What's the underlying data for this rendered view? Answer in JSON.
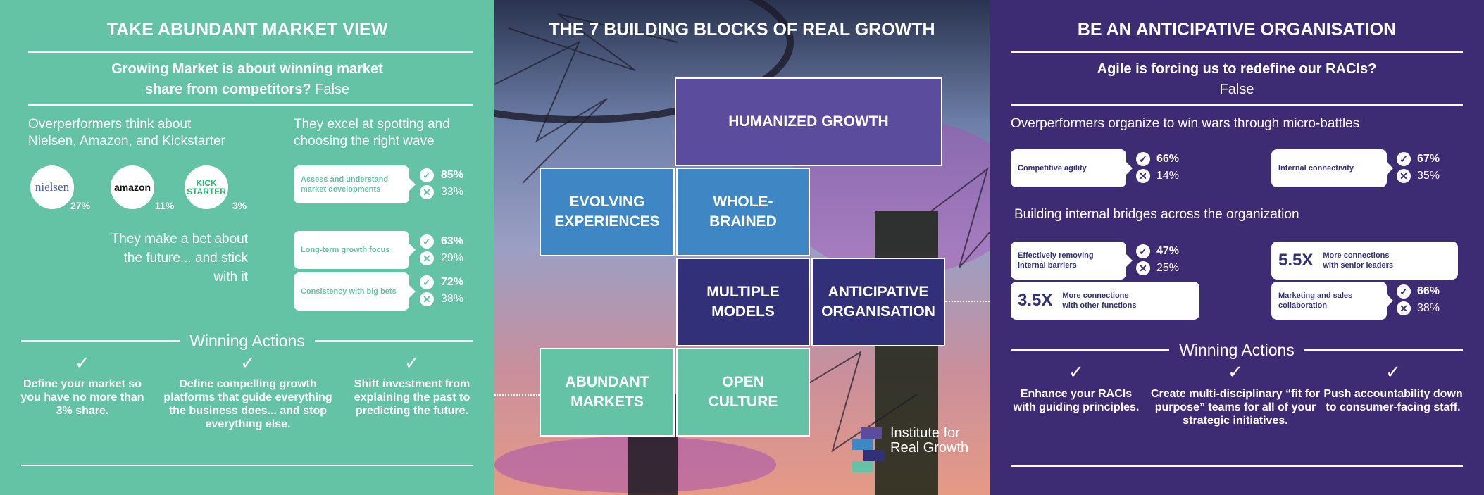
{
  "left": {
    "title": "TAKE ABUNDANT MARKET VIEW",
    "subtitle_line1": "Growing Market is about winning market",
    "subtitle_line2": "share from competitors?",
    "subtitle_answer": "False",
    "think_line1": "Overperformers think about",
    "think_line2": "Nielsen, Amazon, and Kickstarter",
    "brands": [
      {
        "name": "nielsen",
        "pct": "27%"
      },
      {
        "name": "amazon",
        "pct": "11%"
      },
      {
        "name": "KICK STARTER",
        "pct": "3%"
      }
    ],
    "excel_line1": "They excel at spotting and",
    "excel_line2": "choosing the right wave",
    "bet_line1": "They make a bet about",
    "bet_line2": "the future... and stick",
    "bet_line3": "with it",
    "stats": [
      {
        "label": "Assess and understand market developments",
        "yes": "85%",
        "no": "33%"
      },
      {
        "label": "Long-term growth focus",
        "yes": "63%",
        "no": "29%"
      },
      {
        "label": "Consistency with big bets",
        "yes": "72%",
        "no": "38%"
      }
    ],
    "winning_title": "Winning Actions",
    "actions": [
      "Define your market so you have no more than 3% share.",
      "Define compelling growth platforms that guide everything the business does... and stop everything else.",
      "Shift investment from explaining the past to predicting the future."
    ]
  },
  "middle": {
    "title": "THE 7 BUILDING BLOCKS OF REAL GROWTH",
    "blocks": {
      "humanized": "HUMANIZED GROWTH",
      "evolving": "EVOLVING\nEXPERIENCES",
      "whole": "WHOLE-\nBRAINED",
      "multiple": "MULTIPLE\nMODELS",
      "anticipative": "ANTICIPATIVE\nORGANISATION",
      "abundant": "ABUNDANT\nMARKETS",
      "open": "OPEN\nCULTURE"
    },
    "logo_text": "Institute for Real Growth"
  },
  "right": {
    "title": "BE AN ANTICIPATIVE ORGANISATION",
    "subtitle": "Agile is forcing us to redefine our RACIs?",
    "subtitle_answer": "False",
    "organize": "Overperformers organize to win wars through micro-battles",
    "bridges": "Building internal bridges across the organization",
    "stats": [
      {
        "label": "Competitive agility",
        "yes": "66%",
        "no": "14%"
      },
      {
        "label": "Internal connectivity",
        "yes": "67%",
        "no": "35%"
      },
      {
        "label": "Effectively removing internal barriers",
        "yes": "47%",
        "no": "25%"
      },
      {
        "label": "Marketing and sales collaboration",
        "yes": "66%",
        "no": "38%"
      }
    ],
    "multipliers": [
      {
        "value": "5.5X",
        "label": "More connections with senior leaders"
      },
      {
        "value": "3.5X",
        "label": "More connections with other functions"
      }
    ],
    "winning_title": "Winning Actions",
    "actions": [
      "Enhance your RACIs with guiding principles.",
      "Create multi-disciplinary “fit for purpose” teams for all of your strategic initiatives.",
      "Push accountability down to consumer-facing staff."
    ]
  },
  "colors": {
    "green": "#65c3a5",
    "purple": "#3d2b74",
    "humanized": "#5b4c9e",
    "blue": "#3f86c4",
    "dark": "#33307a"
  }
}
